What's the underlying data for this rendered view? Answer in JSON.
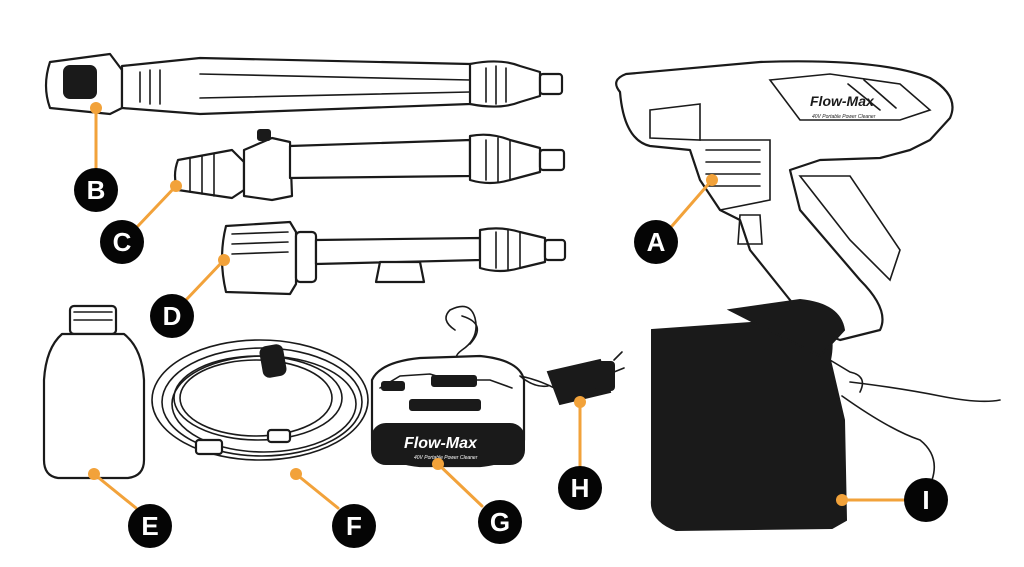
{
  "callouts": {
    "a": "A",
    "b": "B",
    "c": "C",
    "d": "D",
    "e": "E",
    "f": "F",
    "g": "G",
    "h": "H",
    "i": "I"
  },
  "branding": {
    "gun_logo": "Flow-Max",
    "gun_tagline": "40V Portable Power Cleaner",
    "battery_logo": "Flow-Max",
    "battery_tagline": "40V Portable Power Cleaner"
  },
  "colors": {
    "leader": "#f2a23a",
    "callout": "#050505",
    "outline": "#1a1a1a"
  }
}
